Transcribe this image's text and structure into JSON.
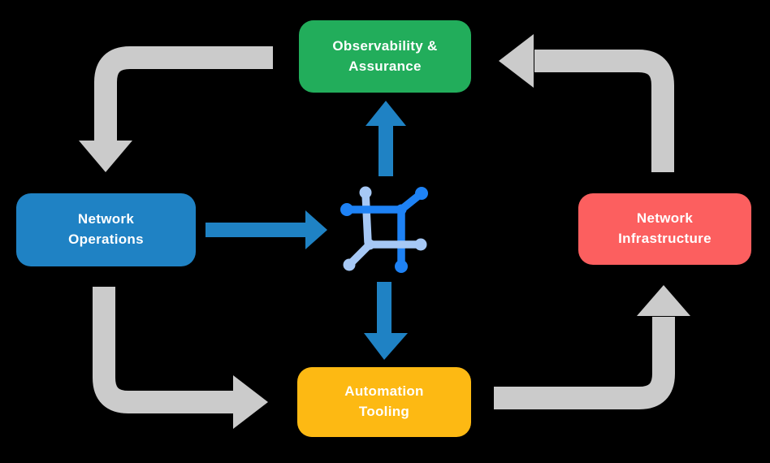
{
  "colors": {
    "background": "#000000",
    "green": "#22ad5b",
    "blue": "#1f82c4",
    "red": "#fc5f5f",
    "yellow": "#fdb913",
    "gray_arrow": "#cbcbcb",
    "blue_arrow": "#1f82c4",
    "icon_dark": "#1e82f5",
    "icon_light": "#a6c8f5",
    "text": "#ffffff"
  },
  "nodes": {
    "observability": {
      "label": "Observability &\nAssurance",
      "color": "#22ad5b"
    },
    "operations": {
      "label": "Network\nOperations",
      "color": "#1f82c4"
    },
    "infrastructure": {
      "label": "Network\nInfrastructure",
      "color": "#fc5f5f"
    },
    "tooling": {
      "label": "Automation\nTooling",
      "color": "#fdb913"
    }
  },
  "center_icon": {
    "name": "network-automation-icon",
    "dark_color": "#1e82f5",
    "light_color": "#a6c8f5"
  },
  "arrows": {
    "gray_flows": [
      {
        "from": "Observability & Assurance",
        "to": "Network Operations"
      },
      {
        "from": "Network Infrastructure",
        "to": "Observability & Assurance"
      },
      {
        "from": "Network Operations",
        "to": "Automation Tooling"
      },
      {
        "from": "Automation Tooling",
        "to": "Network Infrastructure"
      }
    ],
    "blue_flows": [
      {
        "from": "Network Operations",
        "to": "network-automation-icon"
      },
      {
        "from": "network-automation-icon",
        "to": "Observability & Assurance"
      },
      {
        "from": "network-automation-icon",
        "to": "Automation Tooling"
      }
    ]
  }
}
